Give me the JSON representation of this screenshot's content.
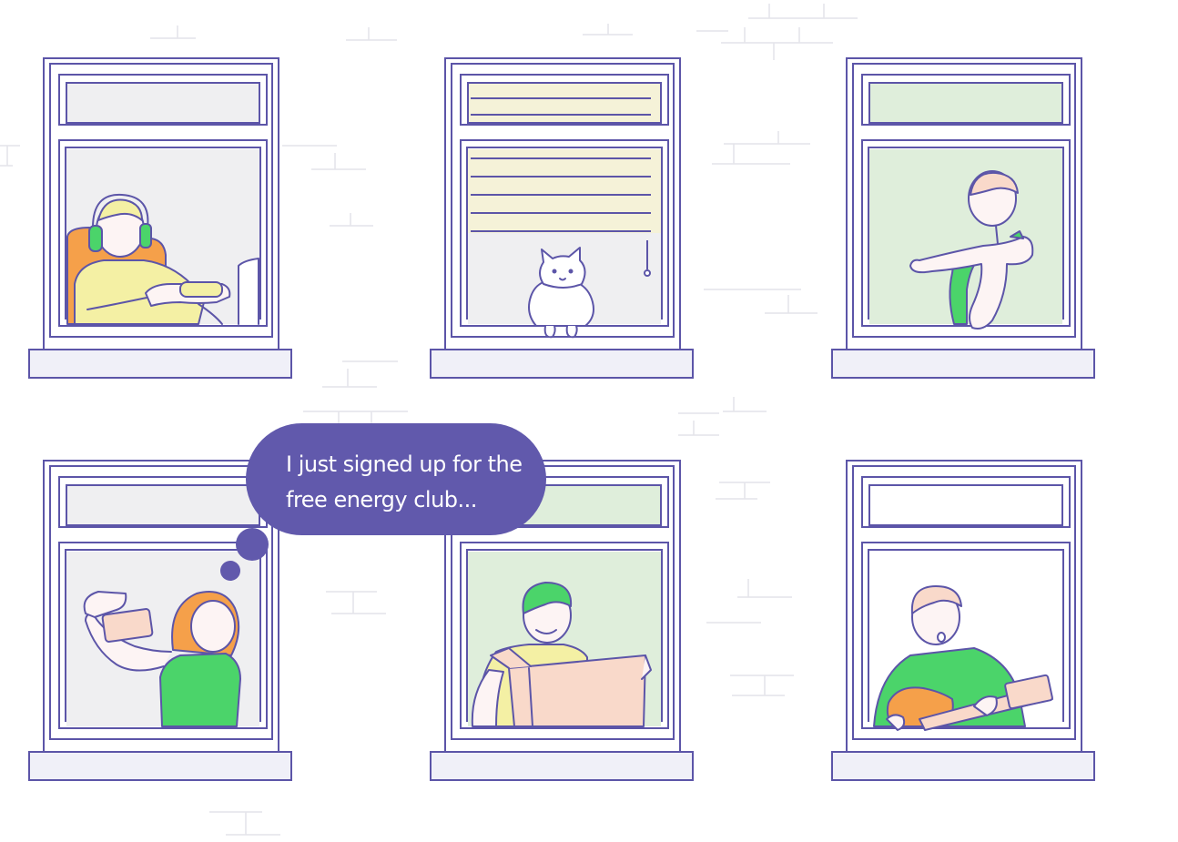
{
  "speech_bubble": {
    "line1": "I just signed up for the",
    "line2": "free energy club..."
  },
  "colors": {
    "frame": "#5c55a8",
    "bubble": "#6159ac",
    "pane_grey": "#efeff1",
    "pane_green": "#dfeedb",
    "pane_cream": "#f5f2d8",
    "green_accent": "#4bd46a",
    "orange_accent": "#f5a04a",
    "skin": "#fdf4f4",
    "box": "#f9d9ca",
    "yellow_shirt": "#f4f0a4"
  },
  "windows": [
    {
      "id": "top-left",
      "scene": "person-gaming-with-headphones"
    },
    {
      "id": "top-middle",
      "scene": "cat-under-blinds"
    },
    {
      "id": "top-right",
      "scene": "person-stretching"
    },
    {
      "id": "bottom-left",
      "scene": "person-taking-selfie"
    },
    {
      "id": "bottom-middle",
      "scene": "person-opening-box"
    },
    {
      "id": "bottom-right",
      "scene": "person-playing-guitar"
    }
  ]
}
